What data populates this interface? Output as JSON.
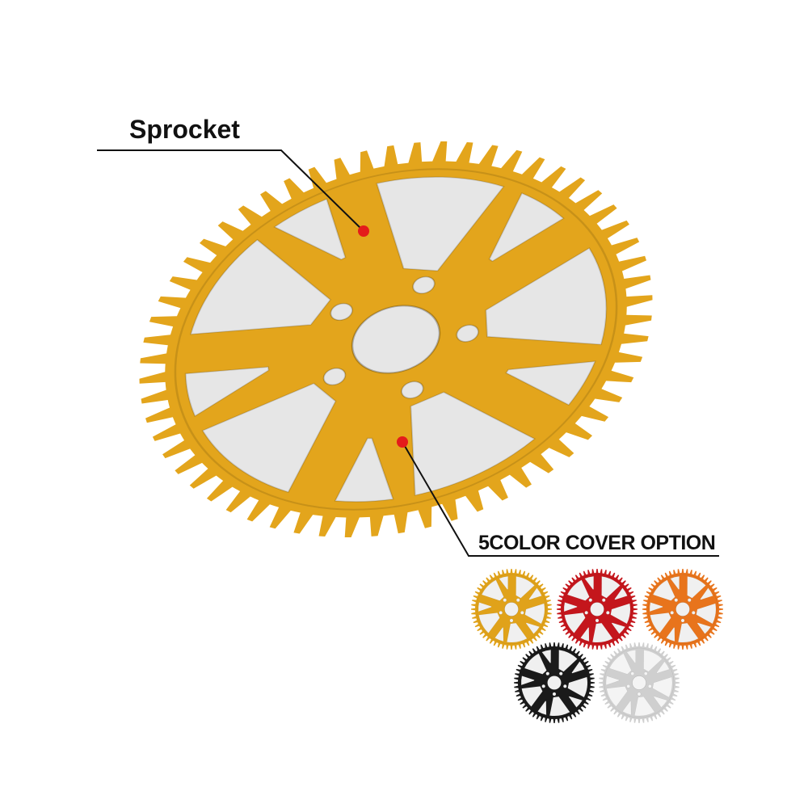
{
  "callouts": {
    "main_label": "Sprocket",
    "option_label": "5COLOR COVER OPTION"
  },
  "sprocket": {
    "teeth": 60,
    "bolt_holes": 5,
    "main_color": "#e3a51c",
    "hole_bevel_color": "#e6e6e6"
  },
  "color_options": [
    {
      "name": "gold",
      "color": "#e0a21a"
    },
    {
      "name": "red",
      "color": "#c4161c"
    },
    {
      "name": "orange",
      "color": "#e8741c"
    },
    {
      "name": "black",
      "color": "#1a1a1a"
    },
    {
      "name": "silver",
      "color": "#cfcfcf"
    }
  ],
  "marker_color": "#e41b1b"
}
